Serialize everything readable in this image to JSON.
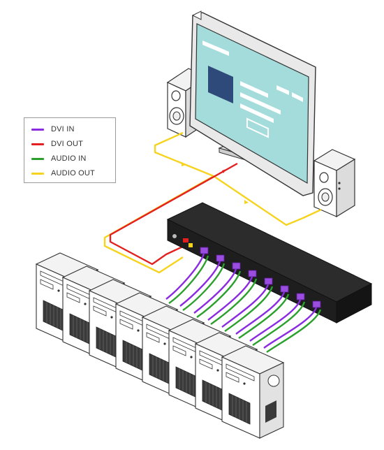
{
  "legend": {
    "items": [
      {
        "label": "DVI IN",
        "color": "#8a2be2"
      },
      {
        "label": "DVI OUT",
        "color": "#e3201f"
      },
      {
        "label": "AUDIO IN",
        "color": "#2ca02c"
      },
      {
        "label": "AUDIO OUT",
        "color": "#f5d31f"
      }
    ]
  },
  "colors": {
    "dvi_in": "#8a2be2",
    "dvi_out": "#e3201f",
    "audio_in": "#2ca02c",
    "audio_out": "#f5d31f",
    "switch_body": "#1e1e1e",
    "screen": "#a4dcdc",
    "screen_block": "#2e4a7a"
  },
  "computers_count": 8,
  "switch_ports_count": 8
}
